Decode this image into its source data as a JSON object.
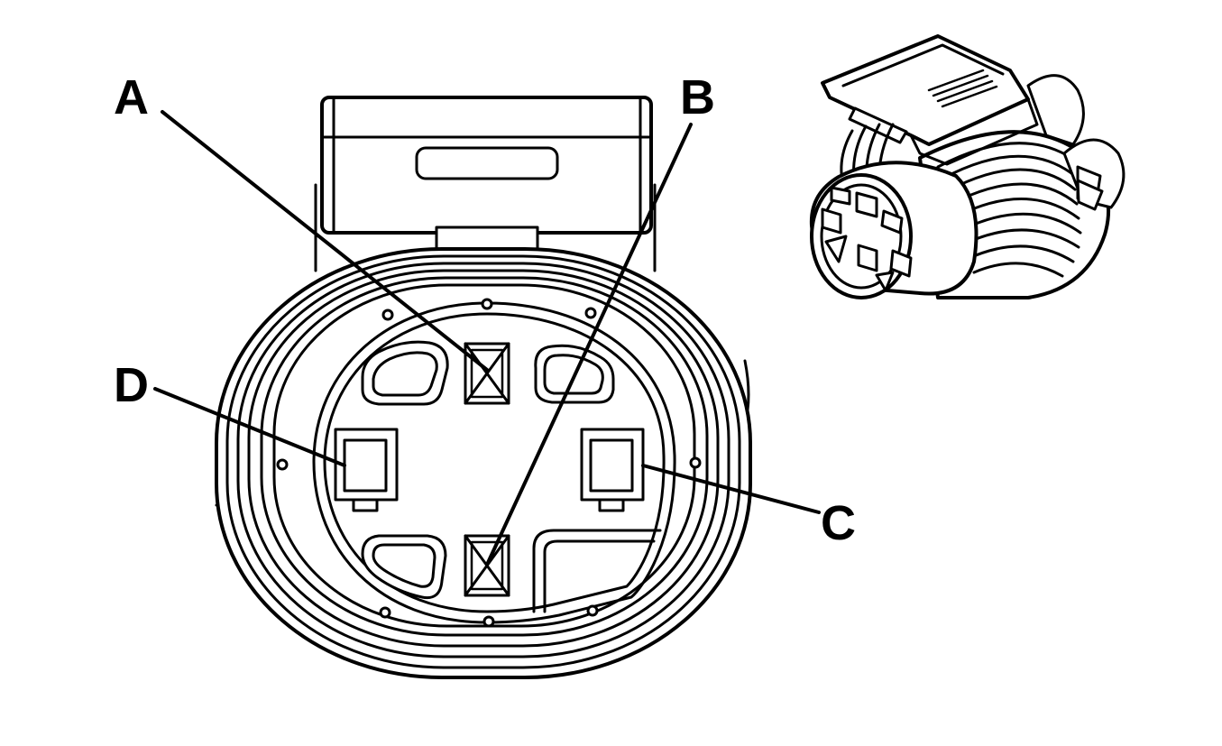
{
  "diagram": {
    "callouts": [
      {
        "id": "a",
        "label": "A"
      },
      {
        "id": "b",
        "label": "B"
      },
      {
        "id": "c",
        "label": "C"
      },
      {
        "id": "d",
        "label": "D"
      }
    ],
    "colors": {
      "line": "#000000",
      "background": "#ffffff"
    }
  }
}
